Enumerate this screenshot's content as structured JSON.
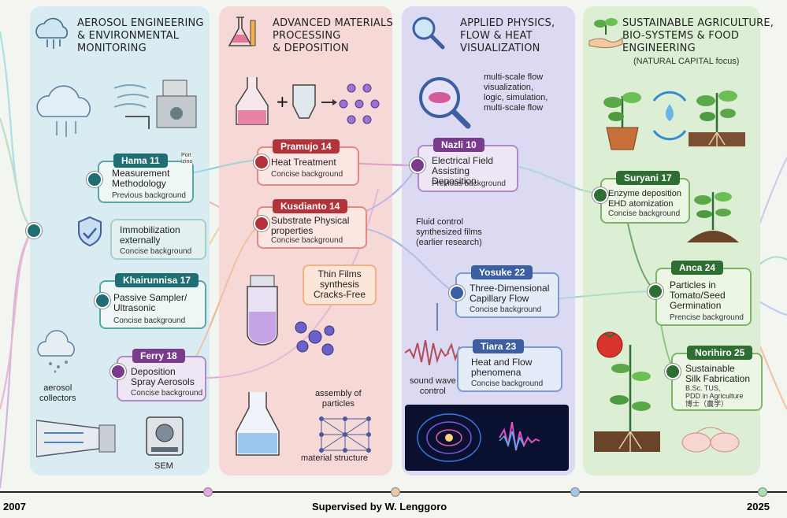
{
  "panels": [
    {
      "title": "AEROSOL ENGINEERING\n& ENVIRONMENTAL\nMONITORING",
      "subtitle": ""
    },
    {
      "title": "ADVANCED MATERIALS\nPROCESSING\n& DEPOSITION",
      "subtitle": ""
    },
    {
      "title": "APPLIED PHYSICS,\nFLOW & HEAT\nVISUALIZATION",
      "subtitle": ""
    },
    {
      "title": "SUSTAINABLE AGRICULTURE,\nBIO-SYSTEMS & FOOD\nENGINEERING",
      "subtitle": "(NATURAL CAPITAL focus)"
    }
  ],
  "cards": {
    "hama": {
      "name": "Hama 11",
      "tag": "Port\nizino",
      "text": "Measurement\nMethodology",
      "bg": "Previous background"
    },
    "immob": {
      "text": "Immobilization\nexternally",
      "bg": "Concise background"
    },
    "khair": {
      "name": "Khairunnisa 17",
      "text": "Passive Sampler/\nUltrasonic",
      "bg": "Concise background"
    },
    "ferry": {
      "name": "Ferry 18",
      "text": "Deposition\nSpray Aerosols",
      "bg": "Concise background"
    },
    "pramujo": {
      "name": "Pramujo 14",
      "text": "Heat Treatment",
      "bg": "Concise background"
    },
    "kusdianto": {
      "name": "Kusdianto 14",
      "text": "Substrate Physical\nproperties",
      "bg": "Concise background"
    },
    "thin": {
      "text": "Thin Films\nsynthesis\nCracks-Free"
    },
    "nazli": {
      "name": "Nazli 10",
      "text": "Electrical Field\nAssisting Deposition",
      "bg": "Previous background"
    },
    "yosuke": {
      "name": "Yosuke 22",
      "text": "Three-Dimensional\nCapillary Flow",
      "bg": "Concise background"
    },
    "tiara": {
      "name": "Tiara 23",
      "text": "Heat and Flow\nphenomena",
      "bg": "Concise background"
    },
    "suryani": {
      "name": "Suryani 17",
      "text": "Enzyme deposition\nEHD atomization",
      "bg": "Concise background"
    },
    "anca": {
      "name": "Anca 24",
      "text": "Particles in\nTomato/Seed\nGermination",
      "bg": "Prencise background"
    },
    "norihiro": {
      "name": "Norihiro 25",
      "text": "Sustainable\nSilk Fabrication",
      "bg": "B.Sc. TUS,\nPDD in Agriculture\n博士（農学）"
    }
  },
  "labels": {
    "aerosol": "aerosol\ncollectors",
    "sem": "SEM",
    "assembly": "assembly of\nparticles",
    "material": "material structure",
    "multiscale": "multi-scale flow\nvisualization,\nlogic, simulation,\nmulti-scale flow",
    "fluid": "Fluid control\nsynthesized films\n(earlier research)",
    "sound": "sound wave\ncontrol"
  },
  "timeline": {
    "start": "2007",
    "end": "2025",
    "caption": "Supervised by W. Lenggoro"
  },
  "colors": {
    "teal": "#1f6e73",
    "red": "#b3333a",
    "purple": "#7a3b8c",
    "blue": "#3b5fa0",
    "green": "#2f6e32"
  }
}
